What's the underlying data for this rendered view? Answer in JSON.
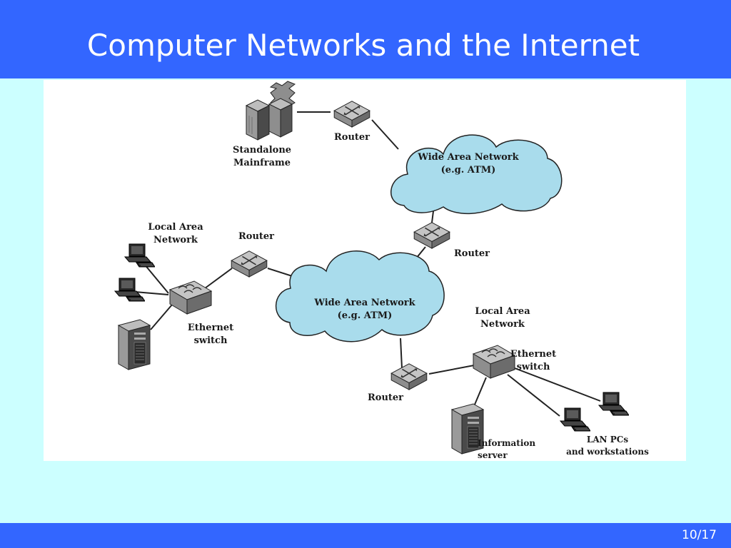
{
  "slide": {
    "title": "Computer Networks and the Internet",
    "page_number": "10/17"
  },
  "diagram": {
    "labels": {
      "standalone_mainframe": [
        "Standalone",
        "Mainframe"
      ],
      "router_top": "Router",
      "wan_top": [
        "Wide Area Network",
        "(e.g. ATM)"
      ],
      "router_middle": "Router",
      "lan_left": [
        "Local Area",
        "Network"
      ],
      "router_left": "Router",
      "wan_bottom": [
        "Wide Area Network",
        "(e.g. ATM)"
      ],
      "ethernet_switch_left": [
        "Ethernet",
        "switch"
      ],
      "lan_right": [
        "Local Area",
        "Network"
      ],
      "ethernet_switch_right": [
        "Ethernet",
        "switch"
      ],
      "router_bottom": "Router",
      "information_server": [
        "Information",
        "server"
      ],
      "lan_pcs": [
        "LAN PCs",
        "and workstations"
      ]
    }
  },
  "colors": {
    "title_bar": "#3366ff",
    "background": "#ccffff",
    "cloud_fill": "#a9dcec",
    "figure_background": "#ffffff"
  }
}
